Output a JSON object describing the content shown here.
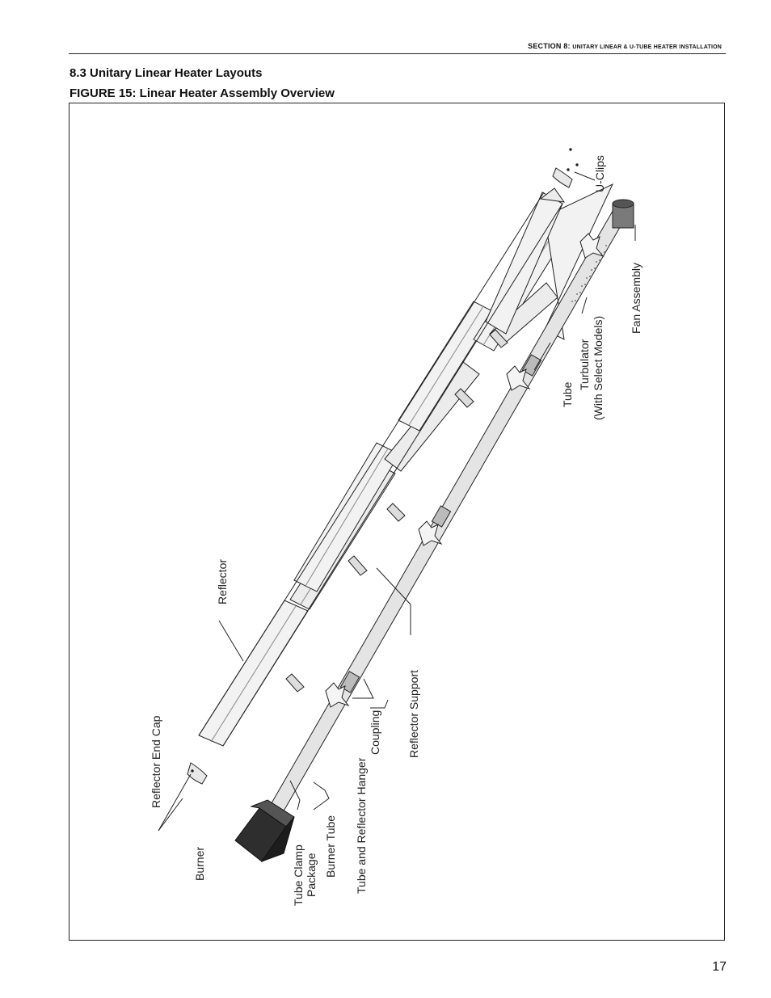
{
  "header": {
    "section_prefix": "SECTION 8: ",
    "section_title_smallcaps": "UNITARY LINEAR & U-TUBE HEATER INSTALLATION"
  },
  "section_title": "8.3 Unitary Linear Heater Layouts",
  "figure_caption": "FIGURE 15: Linear Heater Assembly Overview",
  "figure_labels": {
    "reflector_end_cap": "Reflector End Cap",
    "burner": "Burner",
    "tube_clamp_package_line1": "Tube Clamp",
    "tube_clamp_package_line2": "Package",
    "burner_tube": "Burner Tube",
    "tube_and_reflector_hanger": "Tube and Reflector Hanger",
    "coupling": "Coupling",
    "reflector_support": "Reflector Support",
    "reflector": "Reflector",
    "tube": "Tube",
    "turbulator_line1": "Turbulator",
    "turbulator_line2": "(With Select Models)",
    "fan_assembly": "Fan Assembly",
    "u_clips": "U-Clips"
  },
  "colors": {
    "line": "#222222",
    "tube_fill": "#e4e4e4",
    "reflector_fill": "#f2f2f2",
    "burner_fill": "#2e2e2e",
    "fan_fill": "#7a7a7a"
  },
  "page_number": "17"
}
